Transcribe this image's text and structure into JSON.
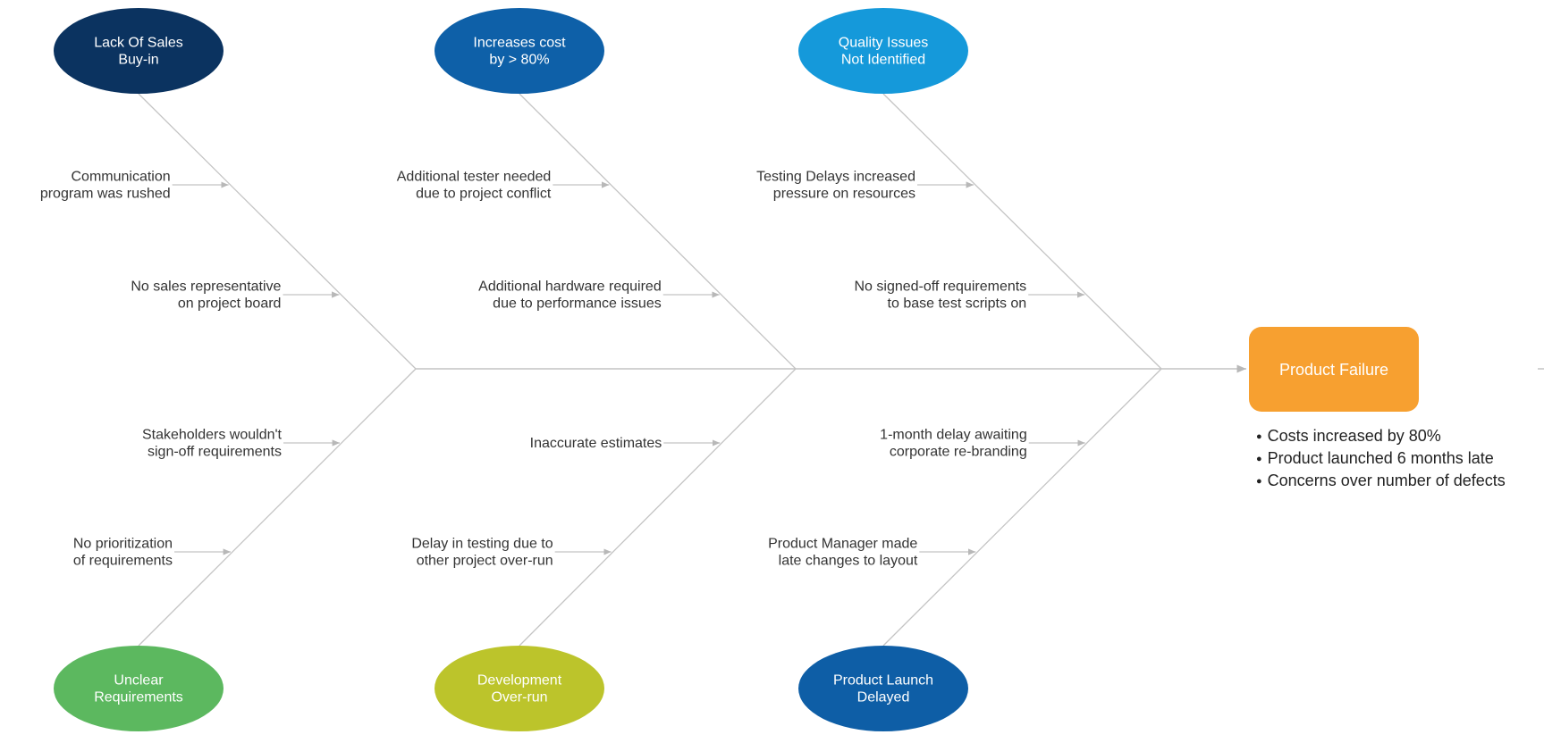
{
  "diagram": {
    "type": "fishbone",
    "effect": {
      "label": "Product Failure",
      "color": "#F7A030"
    },
    "effect_details": [
      "Costs increased by 80%",
      "Product launched 6 months late",
      "Concerns over number of defects"
    ],
    "line_color": "#C4C4C4",
    "categories": [
      {
        "id": "sales",
        "label": [
          "Lack Of Sales",
          "Buy-in"
        ],
        "color": "#0B3360",
        "causes": [
          [
            "Communication",
            "program was rushed"
          ],
          [
            "No sales representative",
            "on project board"
          ]
        ]
      },
      {
        "id": "cost",
        "label": [
          "Increases cost",
          "by > 80%"
        ],
        "color": "#0E60A8",
        "causes": [
          [
            "Additional tester needed",
            "due to project conflict"
          ],
          [
            "Additional hardware required",
            "due to performance issues"
          ]
        ]
      },
      {
        "id": "quality",
        "label": [
          "Quality Issues",
          "Not Identified"
        ],
        "color": "#1599DA",
        "causes": [
          [
            "Testing Delays increased",
            "pressure on resources"
          ],
          [
            "No signed-off requirements",
            "to base test scripts on"
          ]
        ]
      },
      {
        "id": "requirements",
        "label": [
          "Unclear",
          "Requirements"
        ],
        "color": "#5CB85F",
        "causes": [
          [
            "No prioritization",
            "of requirements"
          ],
          [
            "Stakeholders wouldn't",
            "sign-off requirements"
          ]
        ]
      },
      {
        "id": "development",
        "label": [
          "Development",
          "Over-run"
        ],
        "color": "#BCC42B",
        "causes": [
          [
            "Delay in testing due to",
            "other project over-run"
          ],
          [
            "Inaccurate estimates"
          ]
        ]
      },
      {
        "id": "launch",
        "label": [
          "Product Launch",
          "Delayed"
        ],
        "color": "#0E5EA6",
        "causes": [
          [
            "Product Manager made",
            "late changes to layout"
          ],
          [
            "1-month delay awaiting",
            "corporate re-branding"
          ]
        ]
      }
    ]
  }
}
